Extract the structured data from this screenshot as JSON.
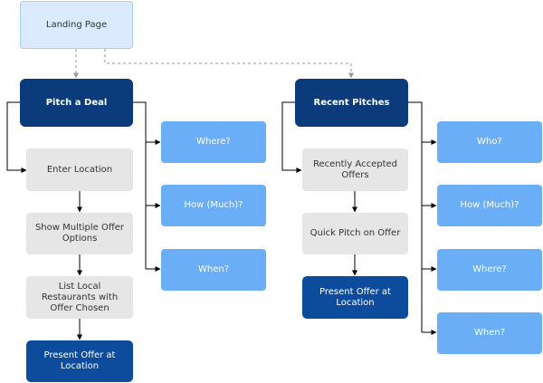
{
  "landing": {
    "label": "Landing Page"
  },
  "pitch": {
    "title": "Pitch a Deal",
    "steps": [
      "Enter Location",
      "Show Multiple Offer Options",
      "List Local Restaurants with Offer Chosen"
    ],
    "final": "Present Offer at Location",
    "questions": [
      "Where?",
      "How (Much)?",
      "When?"
    ]
  },
  "recent": {
    "title": "Recent Pitches",
    "steps": [
      "Recently Accepted Offers",
      "Quick Pitch on Offer"
    ],
    "final": "Present Offer at Location",
    "questions": [
      "Who?",
      "How (Much)?",
      "Where?",
      "When?"
    ]
  },
  "colors": {
    "primary": "#0b3b7a",
    "final": "#0d4c9c",
    "question": "#6aaef7",
    "step": "#e6e6e6",
    "landing": "#dbeafc",
    "connector": "#000000",
    "dashed_connector": "#999999"
  }
}
